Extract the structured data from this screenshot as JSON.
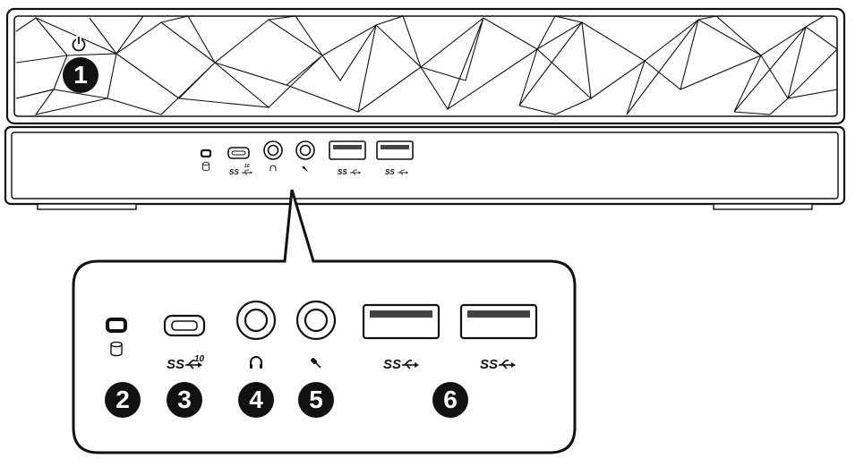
{
  "callouts": {
    "c1": "1",
    "c2": "2",
    "c3": "3",
    "c4": "4",
    "c5": "5",
    "c6": "6"
  },
  "labels": {
    "ss": "SS",
    "usbc_speed": "10"
  },
  "icons": {
    "power": "power-icon",
    "hdd": "hdd-activity-icon",
    "headphone": "headphone-icon",
    "mic": "microphone-icon",
    "usb": "usb-trident-icon"
  }
}
